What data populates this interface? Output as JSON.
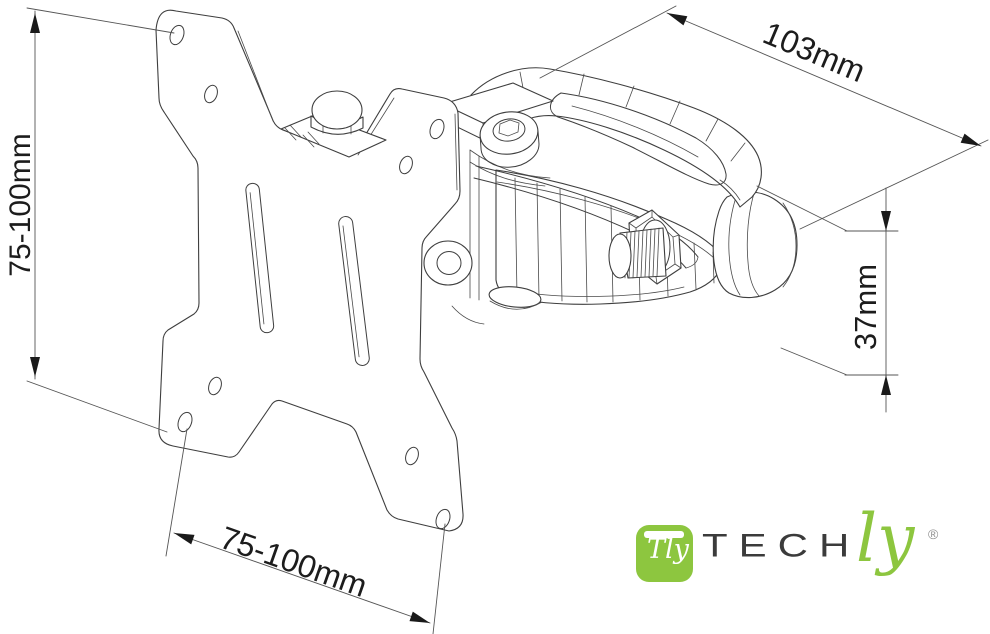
{
  "drawing": {
    "kind": "technical-line-drawing",
    "subject": "VESA monitor wall-mount bracket with pole clamp",
    "dimensions": {
      "left_vertical": {
        "label": "75-100mm"
      },
      "depth": {
        "label": "103mm"
      },
      "clamp_height": {
        "label": "37mm"
      },
      "bottom_horizontal": {
        "label": "75-100mm"
      }
    }
  },
  "logo": {
    "icon_text": "Tly",
    "wordmark": "TECH",
    "wordmark_script": "ly",
    "registered_mark": "®"
  },
  "colors": {
    "line": "#3e3e3e",
    "dimension_line": "#555555",
    "text": "#1c1c1c",
    "brand_green": "#8dc63f",
    "brand_dark": "#3b3b3b"
  }
}
